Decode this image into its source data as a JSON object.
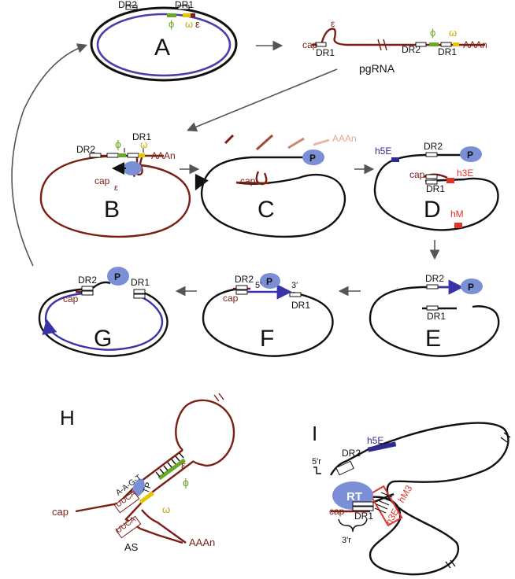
{
  "colors": {
    "plus_strand": "#7a1f14",
    "minus_strand": "#111111",
    "new_strand": "#3a33a8",
    "polymerase": "#7b8fd6",
    "red_marker": "#e0352b",
    "blue_marker": "#2e2c8f",
    "phi": "#6aa82a",
    "omega": "#e6c400"
  },
  "panelA": {
    "label": "A",
    "dr2": "DR2",
    "dr1": "DR1",
    "phi": "ϕ",
    "omega": "ω",
    "epsilon": "ε"
  },
  "pgrna": {
    "title": "pgRNA",
    "cap": "cap",
    "dr1_left": "DR1",
    "epsilon": "ε",
    "dr2": "DR2",
    "dr1_right": "DR1",
    "phi": "ϕ",
    "omega": "ω",
    "polyA": "AAAn"
  },
  "panelB": {
    "label": "B",
    "dr2": "DR2",
    "dr1": "DR1",
    "phi": "ϕ",
    "omega": "ω",
    "polyA": "AAAn",
    "cap": "cap",
    "epsilon": "ε"
  },
  "panelC": {
    "label": "C",
    "polyA": "AAAn",
    "cap": "cap",
    "p": "P"
  },
  "panelD": {
    "label": "D",
    "h5e": "h5E",
    "dr2": "DR2",
    "p": "P",
    "h3e": "h3E",
    "cap": "cap",
    "dr1": "DR1",
    "hm": "hM"
  },
  "panelE": {
    "label": "E",
    "dr2": "DR2",
    "p": "P",
    "dr1": "DR1"
  },
  "panelF": {
    "label": "F",
    "dr2": "DR2",
    "p": "P",
    "five_prime": "5'",
    "three_prime": "3'",
    "cap": "cap",
    "dr1": "DR1"
  },
  "panelG": {
    "label": "G",
    "dr2": "DR2",
    "dr1": "DR1",
    "p": "P",
    "cap": "cap"
  },
  "panelH": {
    "label": "H",
    "seq_top": "A-A-G-T",
    "uuca_top": "UUCA",
    "tp": "TP",
    "epsilon": "ε",
    "phi": "ϕ",
    "omega": "ω",
    "cap": "cap",
    "uuca_bottom": "UUCA",
    "as": "AS",
    "polyA": "AAAn"
  },
  "panelI": {
    "label": "I",
    "h5e": "h5E",
    "dr2": "DR2",
    "five_prime_r": "5'r",
    "rt": "RT",
    "cap": "cap",
    "dr1": "DR1",
    "three_prime_r": "3'r",
    "hm3": "hM3",
    "h3e": "h3E"
  }
}
